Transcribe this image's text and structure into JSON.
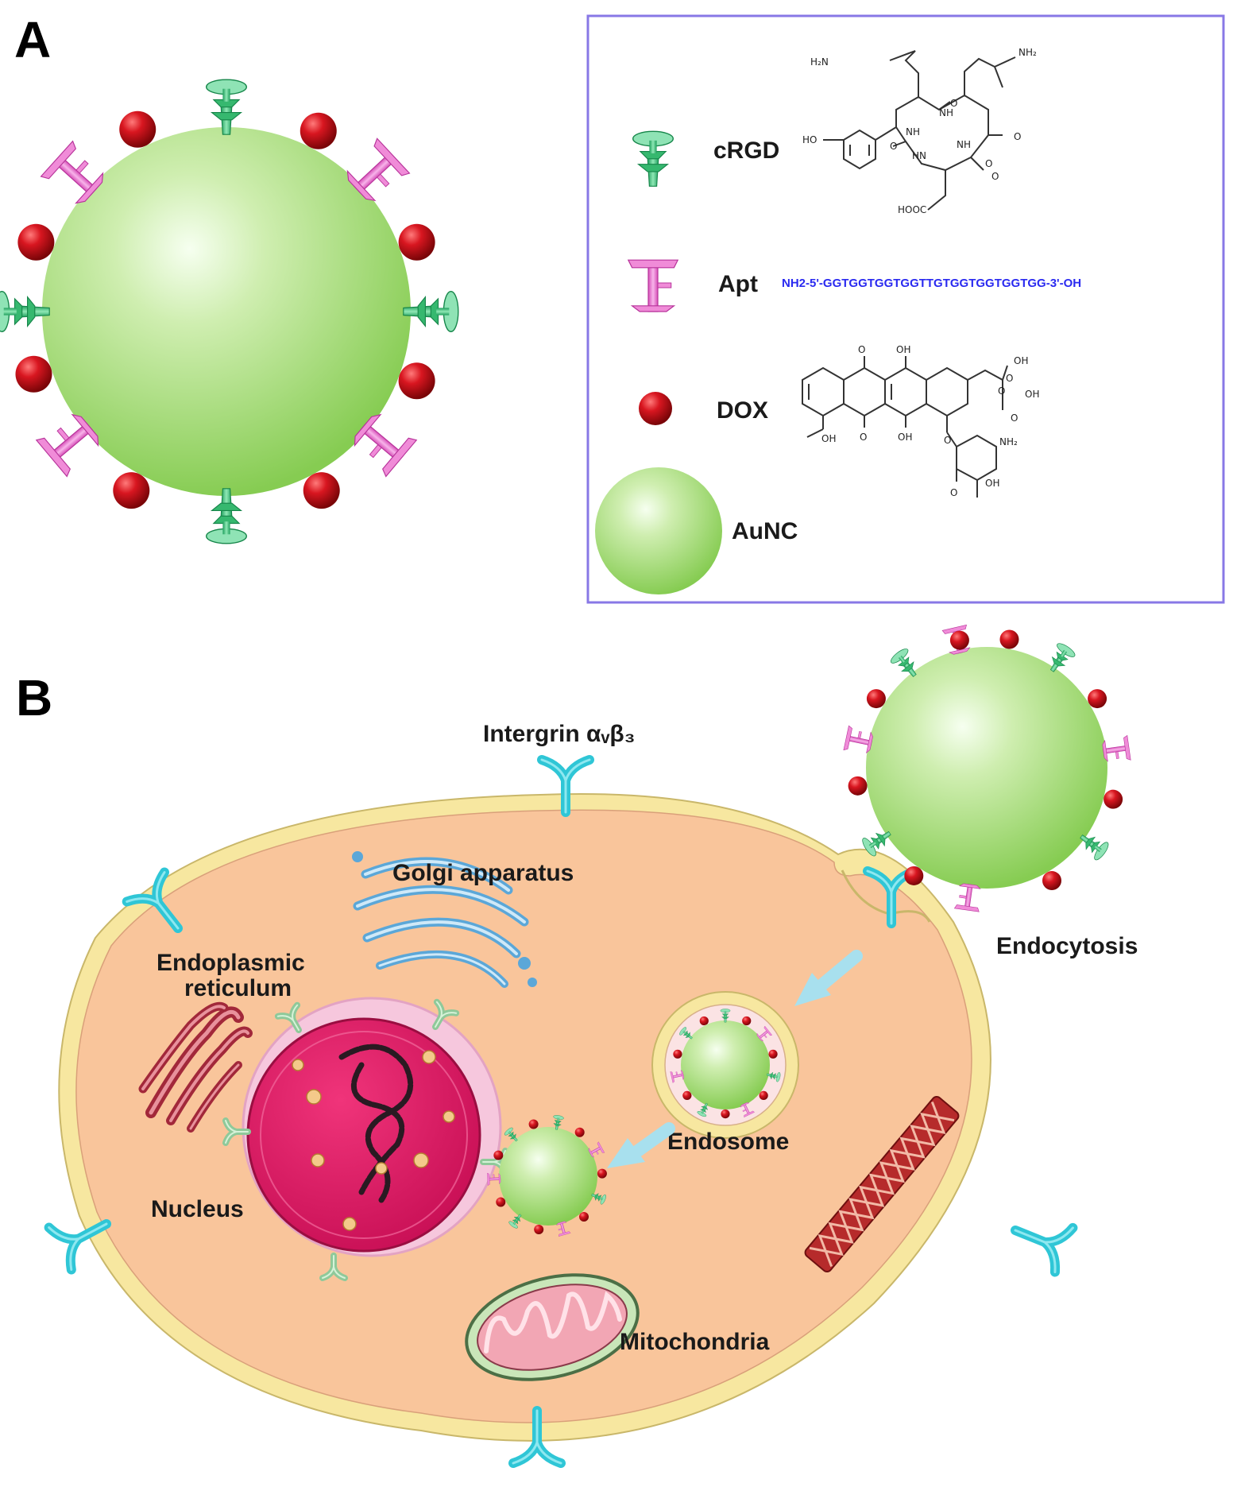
{
  "panels": {
    "a": "A",
    "b": "B"
  },
  "legend": {
    "crgd": "cRGD",
    "apt": "Apt",
    "apt_sequence": "NH2-5'-GGTGGTGGTGGTTGTGGTGGTGGTGG-3'-OH",
    "dox": "DOX",
    "aunc": "AuNC"
  },
  "crgd_structure_labels": [
    "H₂N",
    "NH",
    "NH₂",
    "HO",
    "O",
    "HN",
    "NH",
    "O",
    "NH",
    "O",
    "HOOC",
    "O",
    "O"
  ],
  "dox_structure_labels": [
    "O",
    "OH",
    "OH",
    "O",
    "O",
    "OH",
    "OH",
    "O",
    "NH₂",
    "OH",
    "O",
    "O",
    "O",
    "OH"
  ],
  "cell_labels": {
    "integrin": "Intergrin αᵥβ₃",
    "golgi": "Golgi apparatus",
    "er_line1": "Endoplasmic",
    "er_line2": "reticulum",
    "nucleus": "Nucleus",
    "endosome": "Endosome",
    "endocytosis": "Endocytosis",
    "mitochondria": "Mitochondria"
  },
  "colors": {
    "aunc_green": "#9ed86a",
    "dox_red": "#c8141c",
    "crgd_green": "#3fc07a",
    "apt_pink": "#e77ad1",
    "cytoplasm": "#f9c59b",
    "membrane": "#f7e7a0",
    "integrin_cyan": "#2fc6d6",
    "nucleus_magenta": "#d7145c",
    "legend_border": "#8878e6",
    "sequence_blue": "#2a2af0"
  }
}
